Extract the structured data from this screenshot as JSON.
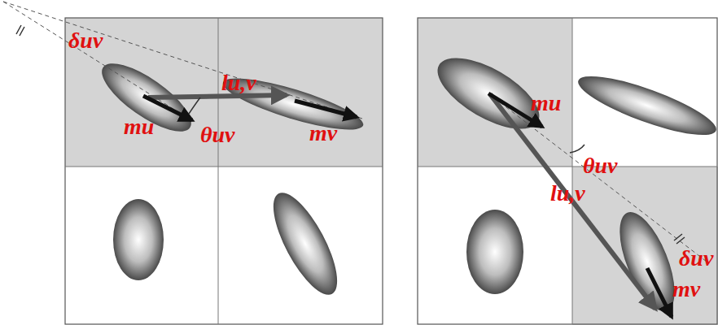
{
  "diagram": {
    "labels": [
      "δuv",
      "lu,v",
      "mu",
      "θuv",
      "mv",
      "mu",
      "θuv",
      "lu,v",
      "δuv",
      "mv"
    ]
  }
}
